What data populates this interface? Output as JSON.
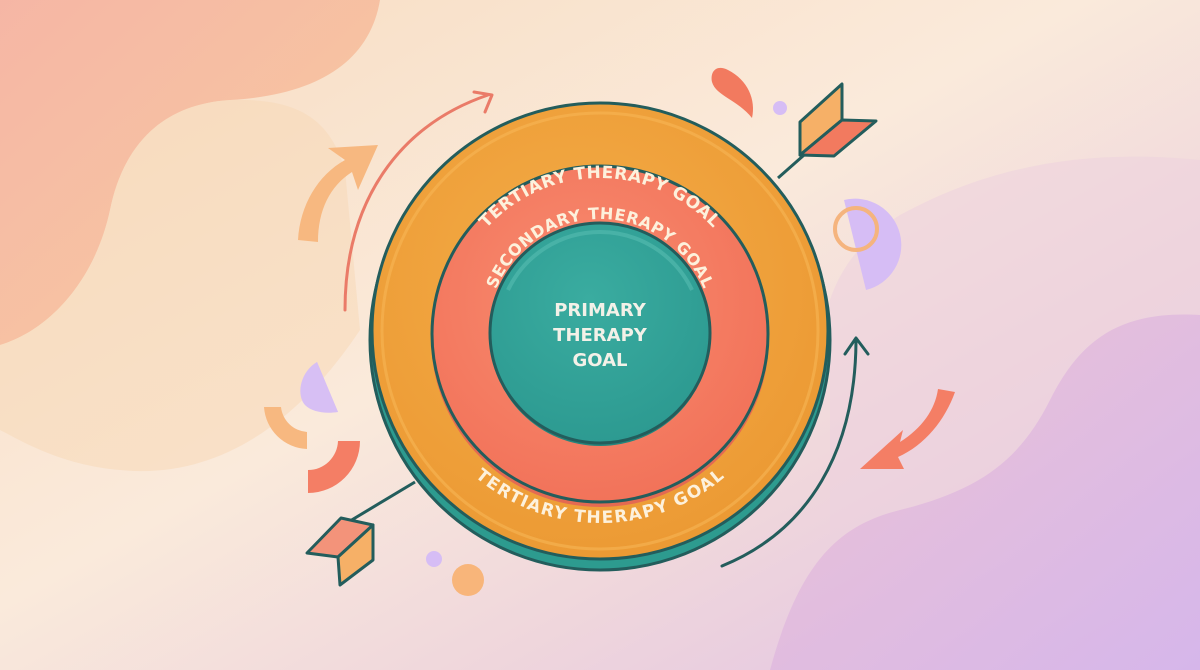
{
  "diagram": {
    "type": "concentric-target",
    "rings": [
      {
        "id": "primary",
        "label_lines": [
          "PRIMARY",
          "THERAPY",
          "GOAL"
        ],
        "color": "#34a49a"
      },
      {
        "id": "secondary",
        "label": "SECONDARY THERAPY GOAL",
        "color": "#f57d63"
      },
      {
        "id": "tertiary",
        "label_top": "TERTIARY THERAPY GOAL",
        "label_bottom": "TERTIARY THERAPY GOAL",
        "color": "#f0a33e"
      }
    ],
    "outline_color": "#235d5c",
    "text_color": "#fdf1dc"
  },
  "palette": {
    "background_light": "#faeadb",
    "blob_top_left": "#f5b99b",
    "blob_bottom_right": "#dcb5e4",
    "peach": "#f7b880",
    "coral": "#f47e65",
    "lavender": "#d6bdf5",
    "teal_dark": "#235d5c"
  },
  "decorations": [
    "curved-arrow-top-left",
    "thin-arc-arrow-left",
    "dart-arrow-top-right",
    "dart-arrow-bottom-left",
    "thin-arc-arrow-right",
    "curved-arrow-right",
    "half-circle-lavender-right",
    "ring-peach-right",
    "half-circle-lavender-left",
    "arc-peach-left",
    "arc-coral-left",
    "teardrop-coral-top",
    "dot-lavender-top",
    "dot-lavender-bottom",
    "dot-peach-bottom"
  ]
}
